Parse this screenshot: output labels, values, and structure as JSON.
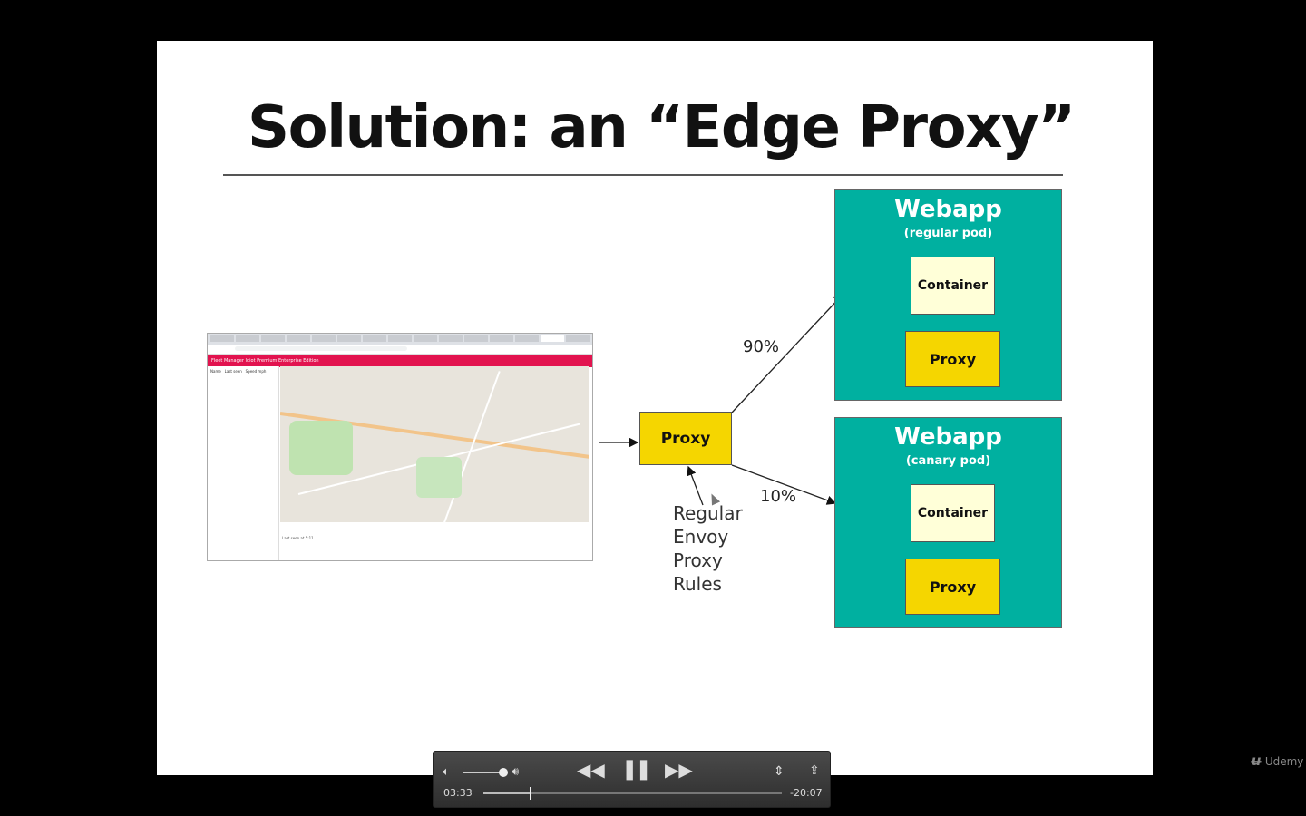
{
  "slide": {
    "title": "Solution: an “Edge Proxy”",
    "thumbnail": {
      "appbar_title": "Fleet Manager Idiot Premium Enterprise Edition",
      "sidebar_headers": [
        "Name",
        "Last seen",
        "Speed mph"
      ],
      "footer_text": "Last seen at 5:11"
    },
    "edge_proxy_label": "Proxy",
    "split_top": "90%",
    "split_bottom": "10%",
    "rules_lines": [
      "Regular",
      "Envoy",
      "Proxy",
      "Rules"
    ],
    "pods": [
      {
        "name": "Webapp",
        "sub": "(regular pod)",
        "container": "Container",
        "proxy": "Proxy"
      },
      {
        "name": "Webapp",
        "sub": "(canary pod)",
        "container": "Container",
        "proxy": "Proxy"
      }
    ],
    "colors": {
      "teal": "#00b0a0",
      "yellow": "#f5d600",
      "cream": "#ffffd8",
      "appbar": "#e2134f"
    }
  },
  "player": {
    "elapsed": "03:33",
    "remaining": "-20:07",
    "progress_fraction": 0.155,
    "volume_fraction": 0.85,
    "icons": [
      "volume-low-icon",
      "volume-high-icon",
      "rewind-icon",
      "pause-icon",
      "fast-forward-icon",
      "resize-icon",
      "share-icon"
    ]
  },
  "watermark": {
    "text": "Udemy"
  }
}
